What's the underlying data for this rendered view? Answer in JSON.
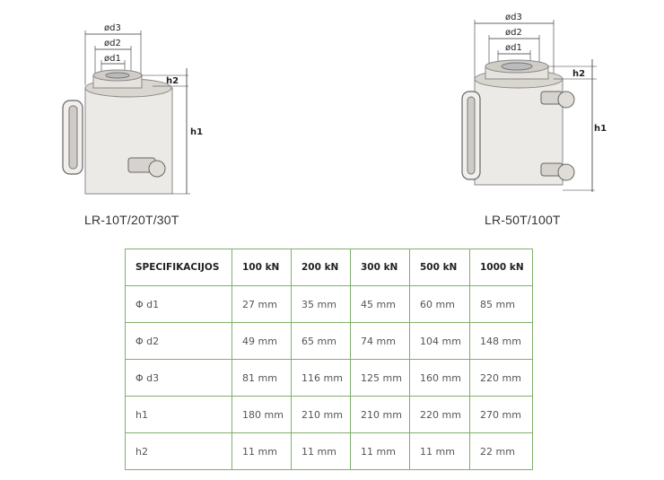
{
  "left_figure": {
    "caption": "LR-10T/20T/30T",
    "dim_d3": "ød3",
    "dim_d2": "ød2",
    "dim_d1": "ød1",
    "dim_h2": "h2",
    "dim_h1": "h1"
  },
  "right_figure": {
    "caption": "LR-50T/100T",
    "dim_d3": "ød3",
    "dim_d2": "ød2",
    "dim_d1": "ød1",
    "dim_h2": "h2",
    "dim_h1": "h1"
  },
  "table": {
    "headers": [
      "SPECIFIKACIJOS",
      "100 kN",
      "200 kN",
      "300 kN",
      "500 kN",
      "1000 kN"
    ],
    "rows": [
      [
        "Φ d1",
        "27 mm",
        "35 mm",
        "45 mm",
        "60 mm",
        "85 mm"
      ],
      [
        "Φ d2",
        "49 mm",
        "65 mm",
        "74 mm",
        "104 mm",
        "148 mm"
      ],
      [
        "Φ d3",
        "81 mm",
        "116 mm",
        "125 mm",
        "160 mm",
        "220 mm"
      ],
      [
        "h1",
        "180 mm",
        "210 mm",
        "210 mm",
        "220 mm",
        "270 mm"
      ],
      [
        "h2",
        "11 mm",
        "11 mm",
        "11 mm",
        "11 mm",
        "22 mm"
      ]
    ],
    "border_color": "#7fb069"
  }
}
